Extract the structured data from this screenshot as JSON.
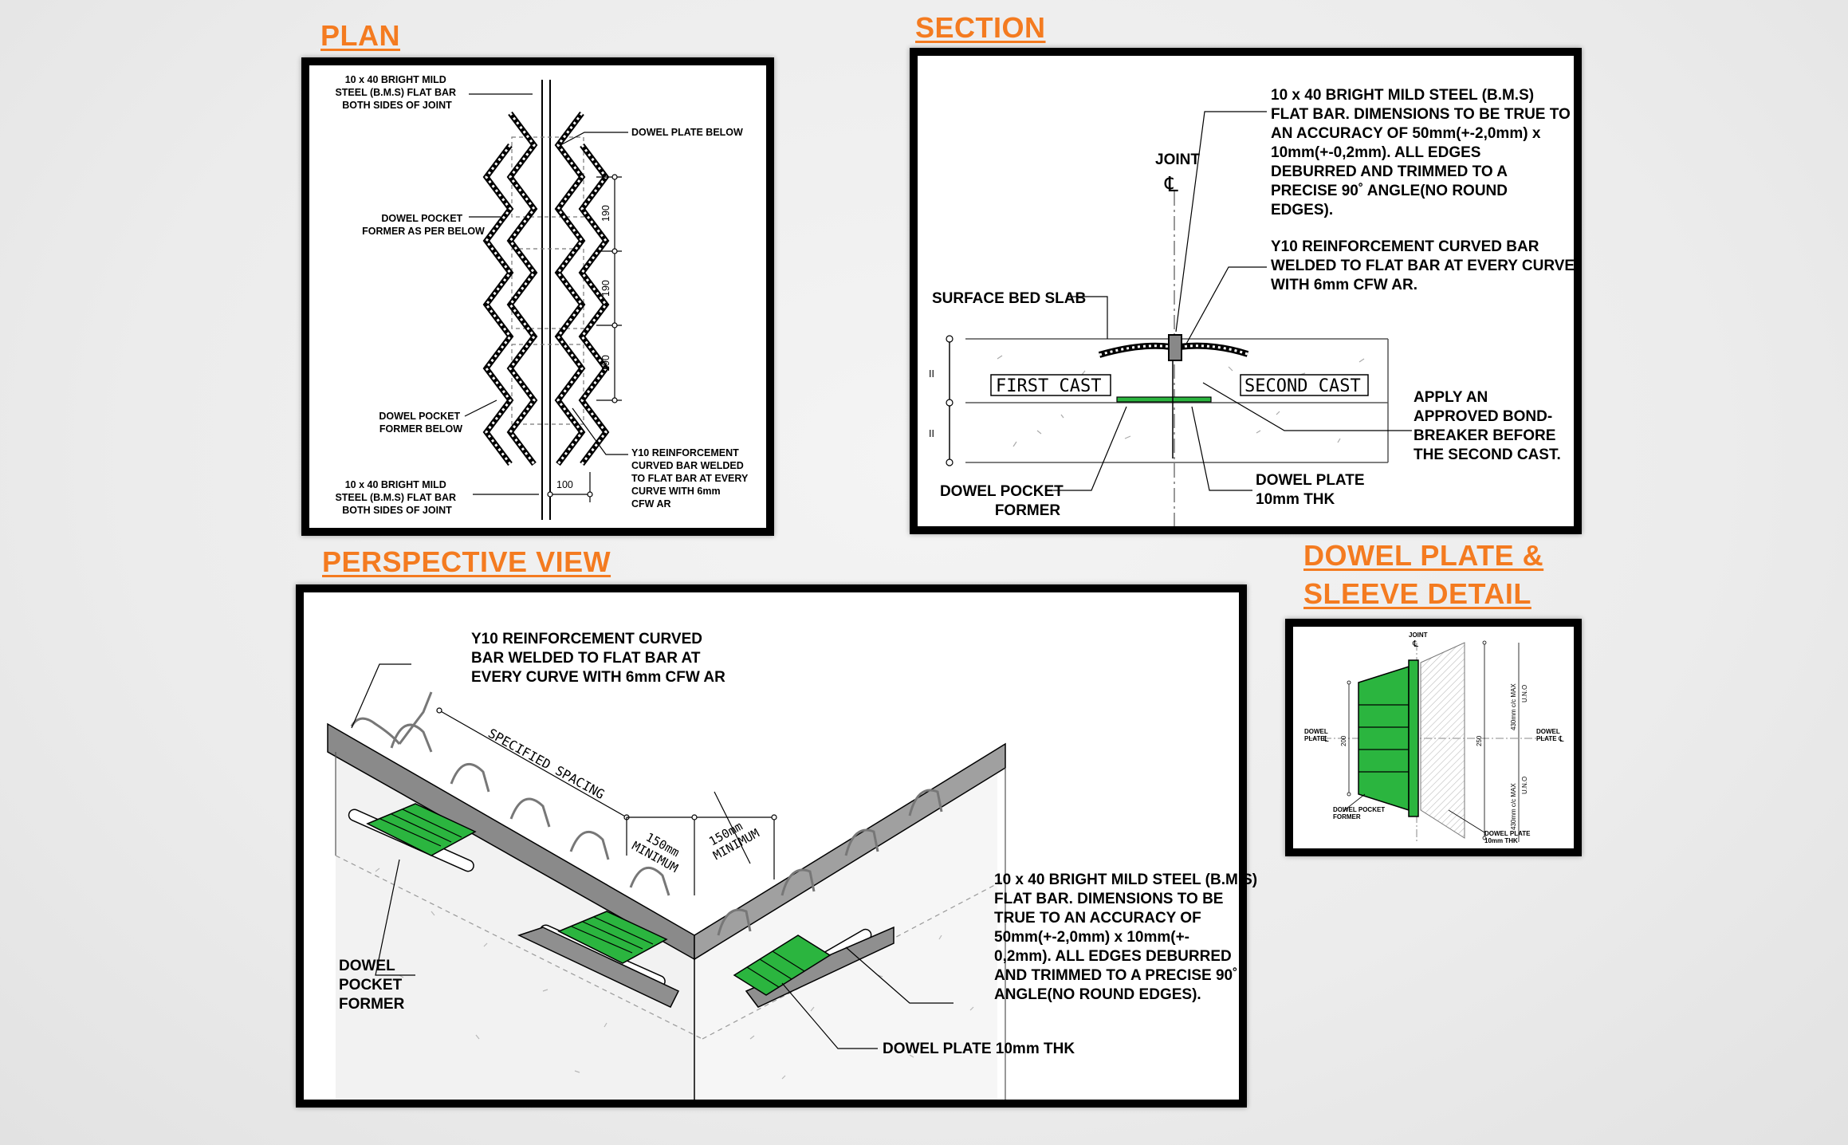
{
  "headings": {
    "plan": "PLAN",
    "section": "SECTION",
    "perspective": "PERSPECTIVE VIEW",
    "detail_line1": "DOWEL PLATE &",
    "detail_line2": "SLEEVE DETAIL"
  },
  "plan": {
    "flat_bar_top": [
      "10 x 40 BRIGHT MILD",
      "STEEL (B.M.S) FLAT BAR",
      "BOTH SIDES OF JOINT"
    ],
    "dowel_plate_below": "DOWEL PLATE BELOW",
    "pocket_former_as_per": [
      "DOWEL POCKET",
      "FORMER AS PER BELOW"
    ],
    "pocket_former_below": [
      "DOWEL POCKET",
      "FORMER BELOW"
    ],
    "flat_bar_bottom": [
      "10 x 40 BRIGHT MILD",
      "STEEL (B.M.S) FLAT BAR",
      "BOTH SIDES OF JOINT"
    ],
    "reinforcement": [
      "Y10 REINFORCEMENT",
      "CURVED BAR WELDED",
      "TO FLAT BAR AT EVERY",
      "CURVE WITH 6mm",
      "CFW AR"
    ],
    "dim_spacing": [
      "190",
      "190",
      "190"
    ],
    "dim_width": "100"
  },
  "section": {
    "flat_bar": [
      "10 x 40 BRIGHT MILD STEEL (B.M.S)",
      "FLAT BAR. DIMENSIONS TO BE TRUE TO",
      "AN ACCURACY OF 50mm(+-2,0mm) x",
      "10mm(+-0,2mm). ALL EDGES",
      "DEBURRED AND TRIMMED TO A",
      "PRECISE 90˚ ANGLE(NO ROUND",
      "EDGES)."
    ],
    "joint": "JOINT",
    "centerline": "℄",
    "reinforcement": [
      "Y10 REINFORCEMENT CURVED BAR",
      "WELDED TO FLAT BAR AT EVERY CURVE",
      "WITH 6mm CFW AR."
    ],
    "surface_bed": "SURFACE BED SLAB",
    "first_cast": "FIRST  CAST",
    "second_cast": "SECOND CAST",
    "bond_breaker": [
      "APPLY AN",
      "APPROVED BOND-",
      "BREAKER BEFORE",
      "THE SECOND CAST."
    ],
    "pocket_former": [
      "DOWEL POCKET",
      "FORMER"
    ],
    "dowel_plate": [
      "DOWEL PLATE",
      "10mm THK"
    ],
    "equal_mark": "II"
  },
  "perspective": {
    "reinforcement": [
      "Y10 REINFORCEMENT CURVED",
      "BAR WELDED TO FLAT BAR AT",
      "EVERY CURVE WITH 6mm CFW AR"
    ],
    "spacing": "SPECIFIED SPACING",
    "min1": [
      "150mm",
      "MINIMUM"
    ],
    "min2": [
      "150mm",
      "MINIMUM"
    ],
    "flat_bar": [
      "10 x 40 BRIGHT MILD STEEL (B.M.S)",
      "FLAT BAR. DIMENSIONS TO BE",
      "TRUE TO AN ACCURACY OF",
      "50mm(+-2,0mm) x 10mm(+-",
      "0,2mm). ALL EDGES DEBURRED",
      "AND TRIMMED TO A PRECISE 90˚",
      "ANGLE(NO ROUND EDGES)."
    ],
    "pocket_former": [
      "DOWEL",
      "POCKET",
      "FORMER"
    ],
    "dowel_plate": "DOWEL PLATE 10mm THK"
  },
  "detail": {
    "joint": "JOINT",
    "centerline": "℄",
    "dowel_plate_left": [
      "DOWEL",
      "PLATE"
    ],
    "dowel_plate_right": [
      "DOWEL",
      "PLATE"
    ],
    "dim_200": "200",
    "dim_250": "250",
    "spacing_top": "430mm c/c MAX",
    "spacing_bottom": "430mm c/c MAX",
    "uno_top": "U.N.O",
    "uno_bottom": "U.N.O",
    "pocket_former": [
      "DOWEL POCKET",
      "FORMER"
    ],
    "dowel_plate_thk": [
      "DOWEL PLATE",
      "10mm THK"
    ]
  },
  "colors": {
    "heading": "#f47b20",
    "green": "#2bb53f",
    "frame": "#000000"
  }
}
